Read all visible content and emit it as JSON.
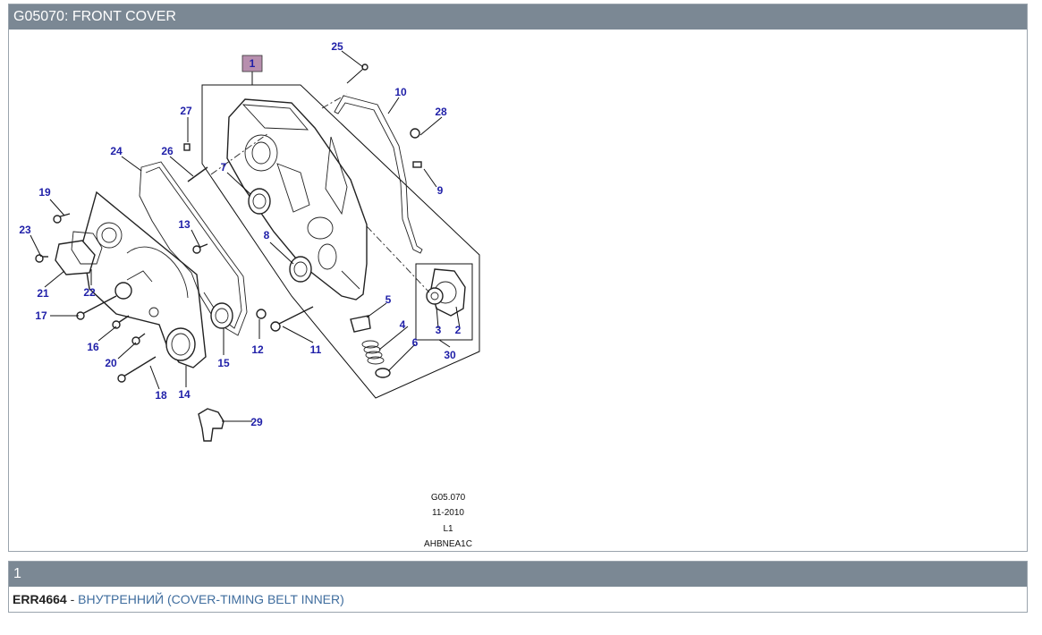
{
  "header": {
    "title": "G05070: FRONT COVER"
  },
  "diagram": {
    "selected_callout": "1",
    "callouts": [
      "1",
      "2",
      "3",
      "5",
      "4",
      "6",
      "7",
      "8",
      "9",
      "10",
      "11",
      "12",
      "13",
      "14",
      "15",
      "16",
      "17",
      "18",
      "19",
      "20",
      "21",
      "22",
      "23",
      "24",
      "25",
      "26",
      "27",
      "28",
      "29",
      "30"
    ],
    "reference": {
      "code": "G05.070",
      "date": "11-2010",
      "level": "L1",
      "drawing_id": "AHBNEA1C"
    }
  },
  "parts_list": {
    "group_label": "1",
    "items": [
      {
        "part_number": "ERR4664",
        "separator": " - ",
        "description": "ВНУТРЕННИЙ (COVER-TIMING BELT INNER)"
      }
    ]
  },
  "colors": {
    "header_bg": "#7b8894",
    "callout_text": "#1f1fa8",
    "selected_callout_bg": "#b78fae",
    "link_text": "#3f6d9e"
  }
}
